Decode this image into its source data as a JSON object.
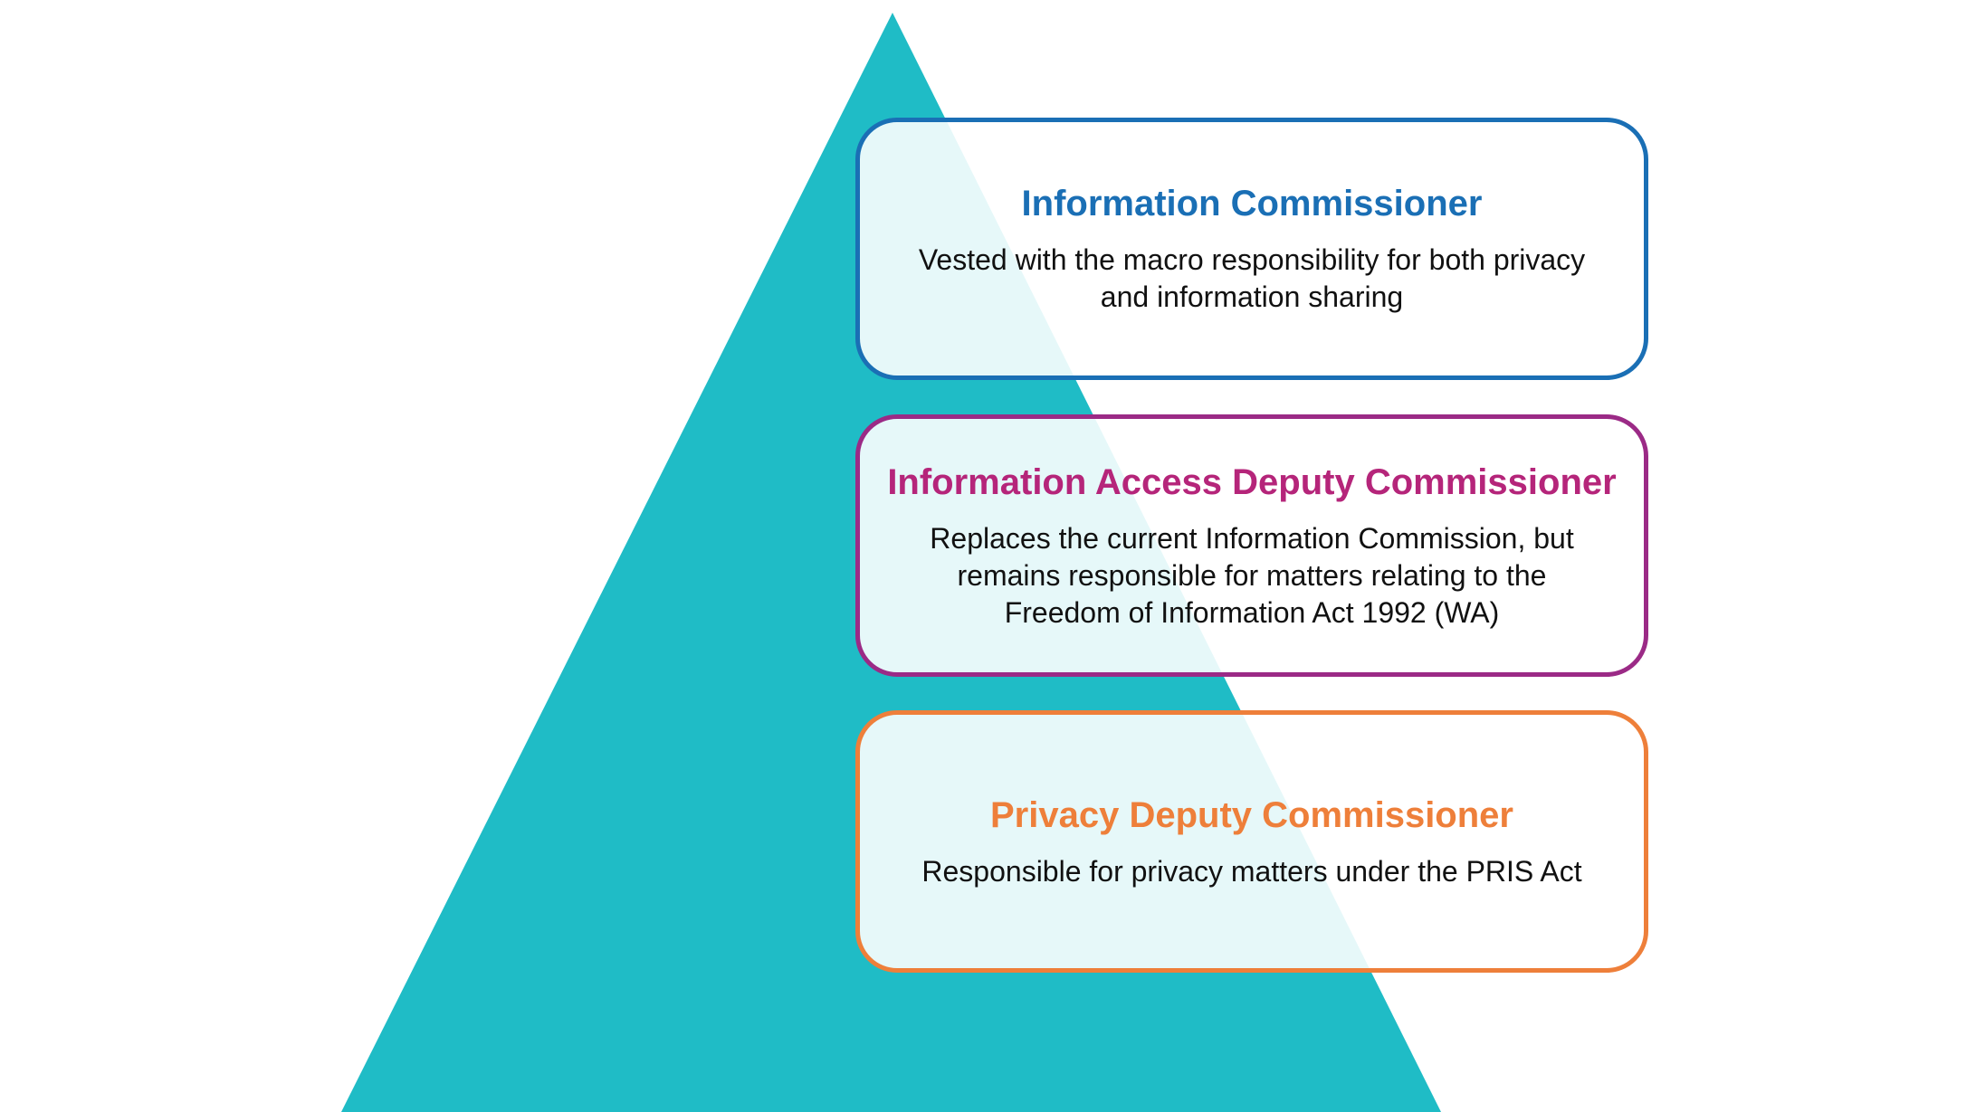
{
  "diagram": {
    "pyramid_color": "#1fbcc6",
    "tiers": [
      {
        "title": "Information Commissioner",
        "description_lines": [
          "Vested with the macro responsibility for both privacy",
          "and information sharing"
        ],
        "color": "#1a6fb5"
      },
      {
        "title": "Information Access Deputy Commissioner",
        "description_lines": [
          "Replaces the current Information Commission, but",
          "remains responsible for matters relating to the",
          "Freedom of Information Act 1992 (WA)"
        ],
        "color": "#b5257a"
      },
      {
        "title": "Privacy Deputy Commissioner",
        "description_lines": [
          "Responsible for privacy matters under the PRIS Act"
        ],
        "color": "#ee7f3a"
      }
    ]
  }
}
